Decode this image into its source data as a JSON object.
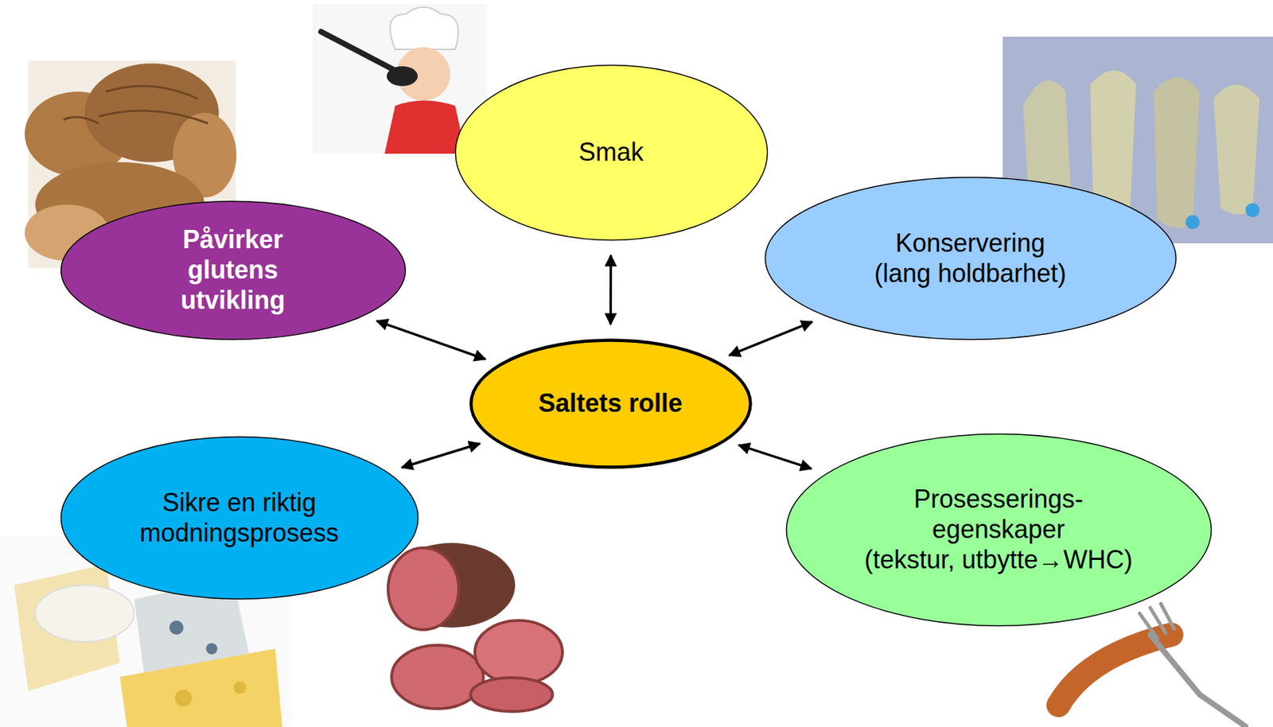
{
  "diagram": {
    "nodes": [
      {
        "text": [
          "Smak"
        ]
      },
      {
        "text": [
          "Påvirker glutens utvikling"
        ]
      },
      {
        "text": [
          "Konservering",
          "(lang holdbarhet)"
        ]
      },
      {
        "text": [
          "Saltets rolle"
        ]
      },
      {
        "text": [
          "Sikre en riktig modningsprosess"
        ]
      },
      {
        "text": [
          "Prosesserings- egenskaper",
          "(tekstur, utbytte→WHC)"
        ]
      }
    ],
    "edges": [
      {
        "from": 3,
        "to": 0,
        "arrow": "both"
      },
      {
        "from": 3,
        "to": 1,
        "arrow": "both"
      },
      {
        "from": 3,
        "to": 2,
        "arrow": "both"
      },
      {
        "from": 3,
        "to": 4,
        "arrow": "both"
      },
      {
        "from": 3,
        "to": 5,
        "arrow": "both"
      }
    ]
  }
}
